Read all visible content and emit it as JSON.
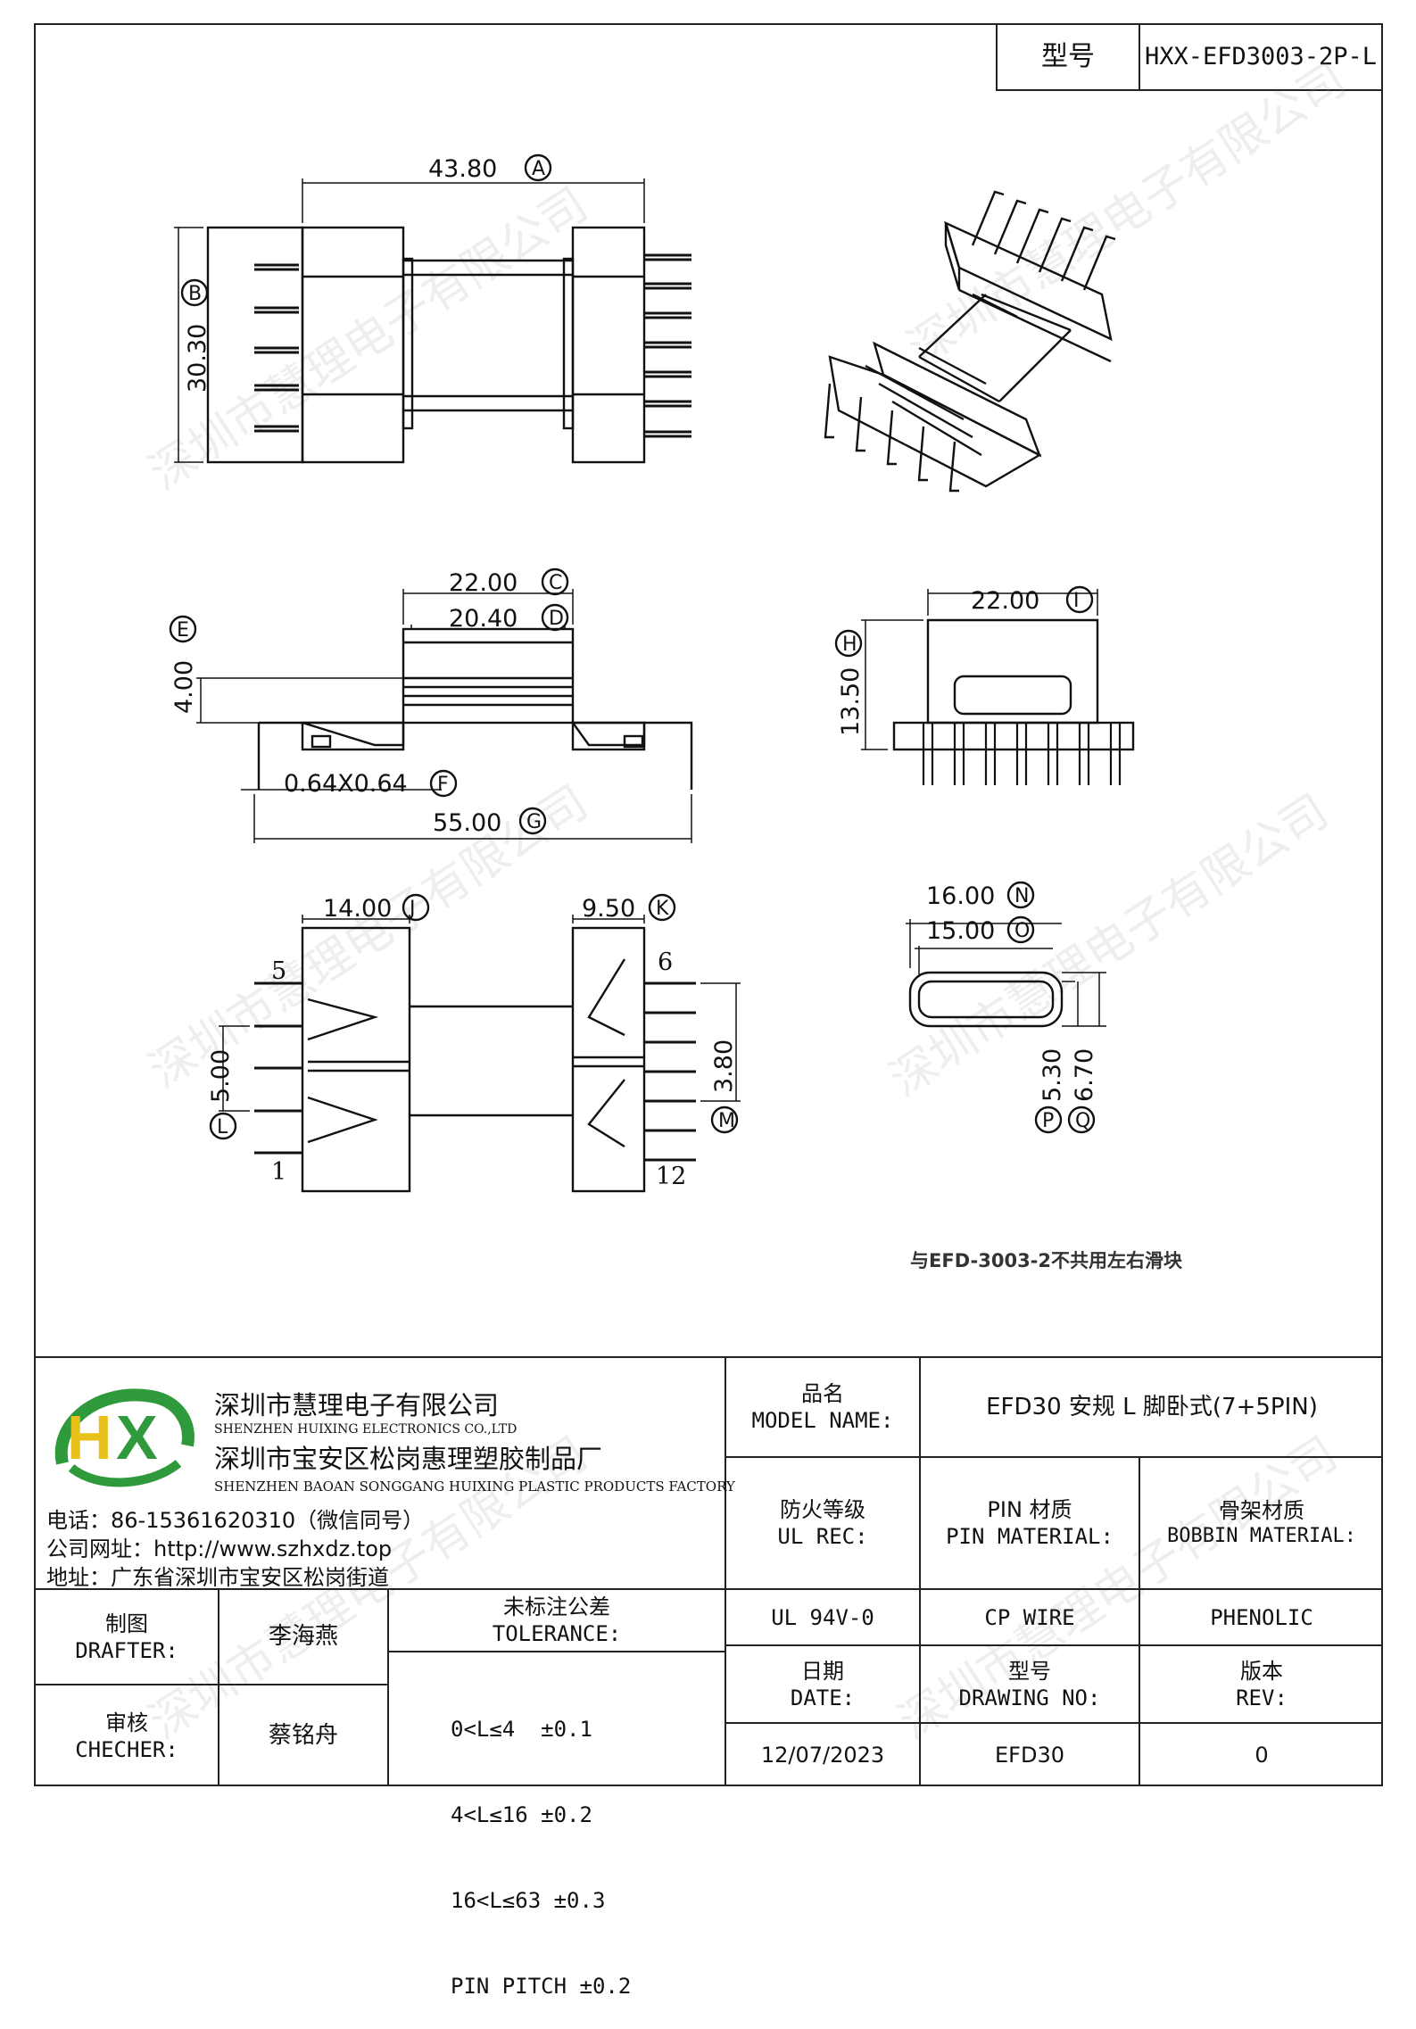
{
  "header": {
    "model_label": "型号",
    "model_value": "HXX-EFD3003-2P-L"
  },
  "dimensions": {
    "A": "43.80",
    "B": "30.30",
    "C": "22.00",
    "D": "20.40",
    "E": "4.00",
    "F": "0.64X0.64",
    "G": "55.00",
    "H": "13.50",
    "I": "22.00",
    "J": "14.00",
    "K": "9.50",
    "L": "5.00",
    "M": "3.80",
    "N": "16.00",
    "O": "15.00",
    "P": "5.30",
    "Q": "6.70"
  },
  "dim_letters": {
    "A": "A",
    "B": "B",
    "C": "C",
    "D": "D",
    "E": "E",
    "F": "F",
    "G": "G",
    "H": "H",
    "I": "I",
    "J": "J",
    "K": "K",
    "L": "L",
    "M": "M",
    "N": "N",
    "O": "O",
    "P": "P",
    "Q": "Q"
  },
  "pin_numbers": {
    "p5": "5",
    "p1": "1",
    "p6": "6",
    "p12": "12"
  },
  "note": "与EFD-3003-2不共用左右滑块",
  "watermark": "深圳市慧理电子有限公司",
  "company": {
    "name_cn": "深圳市慧理电子有限公司",
    "name_en": "SHENZHEN HUIXING ELECTRONICS CO.,LTD",
    "factory_cn": "深圳市宝安区松岗惠理塑胶制品厂",
    "factory_en": "SHENZHEN BAOAN SONGGANG HUIXING PLASTIC PRODUCTS FACTORY",
    "phone": "电话：86-15361620310（微信同号）",
    "website": "公司网址：http://www.szhxdz.top",
    "address": "地址：广东省深圳市宝安区松岗街道",
    "logo_letters": {
      "h": "H",
      "x": "X"
    },
    "colors": {
      "green": "#2e9a3c",
      "yellow": "#e8c21a",
      "blue": "#1c5aa8"
    }
  },
  "title_block": {
    "model_name_label_cn": "品名",
    "model_name_label_en": "MODEL NAME:",
    "model_name_value": "EFD30 安规 L 脚卧式(7+5PIN)",
    "ul_label_cn": "防火等级",
    "ul_label_en": "UL REC:",
    "pin_mat_label_cn": "PIN 材质",
    "pin_mat_label_en": "PIN MATERIAL:",
    "bobbin_mat_label_cn": "骨架材质",
    "bobbin_mat_label_en": "BOBBIN MATERIAL:",
    "ul_value": "UL 94V-0",
    "pin_mat_value": "CP WIRE",
    "bobbin_mat_value": "PHENOLIC",
    "drafter_label_cn": "制图",
    "drafter_label_en": "DRAFTER:",
    "drafter_value": "李海燕",
    "checker_label_cn": "审核",
    "checker_label_en": "CHECHER:",
    "checker_value": "蔡铭舟",
    "tolerance_label_cn": "未标注公差",
    "tolerance_label_en": "TOLERANCE:",
    "tolerance_lines": [
      "0<L≤4  ±0.1",
      "4<L≤16 ±0.2",
      "16<L≤63 ±0.3",
      "PIN PITCH ±0.2"
    ],
    "date_label_cn": "日期",
    "date_label_en": "DATE:",
    "date_value": "12/07/2023",
    "drawing_no_label_cn": "型号",
    "drawing_no_label_en": "DRAWING NO:",
    "drawing_no_value": "EFD30",
    "rev_label_cn": "版本",
    "rev_label_en": "REV:",
    "rev_value": "0"
  }
}
